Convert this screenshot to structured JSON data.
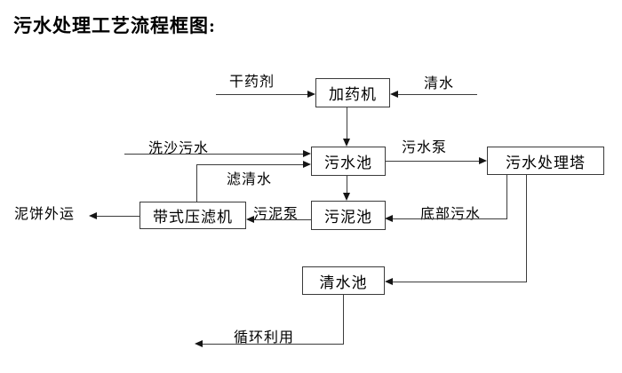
{
  "title": "污水处理工艺流程框图:",
  "diagram": {
    "nodes": {
      "dosing_machine": "加药机",
      "sewage_pool": "污水池",
      "treatment_tower": "污水处理塔",
      "belt_filter_press": "带式压滤机",
      "sludge_pool": "污泥池",
      "clean_water_pool": "清水池"
    },
    "labels": {
      "dry_agent": "干药剂",
      "clean_water": "清水",
      "sand_washing_sewage": "洗沙污水",
      "sewage_pump": "污水泵",
      "filtered_water": "滤清水",
      "mud_cake_transport": "泥饼外运",
      "sludge_pump": "污泥泵",
      "bottom_sewage": "底部污水",
      "recycling": "循环利用"
    },
    "edges": [
      {
        "from": "干药剂",
        "to": "加药机",
        "label": ""
      },
      {
        "from": "清水",
        "to": "加药机",
        "label": ""
      },
      {
        "from": "加药机",
        "to": "污水池",
        "label": ""
      },
      {
        "from": "洗沙污水",
        "to": "污水池",
        "label": ""
      },
      {
        "from": "带式压滤机",
        "to": "污水池",
        "label": "滤清水"
      },
      {
        "from": "污水池",
        "to": "污水处理塔",
        "label": "污水泵"
      },
      {
        "from": "污水池",
        "to": "污泥池",
        "label": ""
      },
      {
        "from": "污水处理塔",
        "to": "污泥池",
        "label": "底部污水"
      },
      {
        "from": "污泥池",
        "to": "带式压滤机",
        "label": "污泥泵"
      },
      {
        "from": "带式压滤机",
        "to": "泥饼外运",
        "label": ""
      },
      {
        "from": "污水处理塔",
        "to": "清水池",
        "label": ""
      },
      {
        "from": "清水池",
        "to": "循环利用",
        "label": ""
      }
    ],
    "colors": {
      "line": "#3c3c3c",
      "box_border": "#3a3a3a",
      "text": "#000000",
      "background": "#ffffff"
    }
  }
}
